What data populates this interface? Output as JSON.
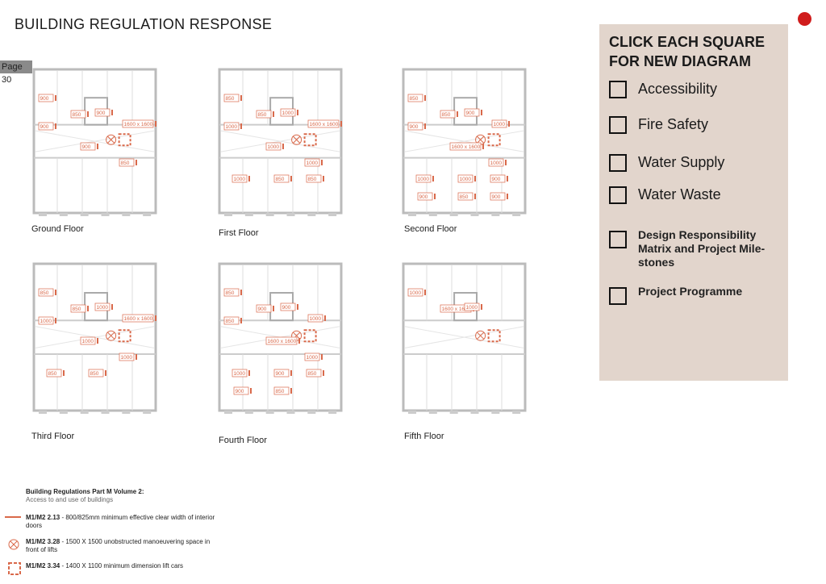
{
  "title": "BUILDING REGULATION RESPONSE",
  "page_tag": "Page 30",
  "colors": {
    "accent": "#d9694a",
    "panel": "#e2d5cc",
    "dot": "#d01c1c"
  },
  "floors": [
    {
      "name": "Ground Floor",
      "labels": [
        "900",
        "850",
        "900",
        "900",
        "1600 x 1600",
        "900",
        "850"
      ]
    },
    {
      "name": "First Floor",
      "labels": [
        "850",
        "850",
        "1000",
        "1000",
        "1600 x 1600",
        "1000",
        "1000",
        "1000",
        "850",
        "850"
      ]
    },
    {
      "name": "Second Floor",
      "labels": [
        "850",
        "850",
        "900",
        "900",
        "1000",
        "1600 x 1600",
        "1000",
        "1000",
        "1000",
        "900",
        "900",
        "850",
        "900"
      ]
    },
    {
      "name": "Third Floor",
      "labels": [
        "850",
        "850",
        "1000",
        "1000",
        "1600 x 1600",
        "1000",
        "1000",
        "850",
        "850"
      ]
    },
    {
      "name": "Fourth Floor",
      "labels": [
        "850",
        "900",
        "900",
        "850",
        "1000",
        "1600 x 1600",
        "1000",
        "1000",
        "900",
        "850",
        "900",
        "850"
      ]
    },
    {
      "name": "Fifth Floor",
      "labels": [
        "1000",
        "1600 x 1600",
        "1000"
      ]
    }
  ],
  "panel": {
    "heading_line1": "CLICK EACH SQUARE",
    "heading_line2": "FOR NEW DIAGRAM",
    "options": [
      "Accessibility",
      "Fire Safety",
      "Water Supply",
      "Water Waste",
      "Design Responsibility Matrix and Project Mile-stones",
      "Project Programme"
    ]
  },
  "legend": {
    "heading": "Building Regulations Part M Volume 2:",
    "subheading": "Access to and use of buildings",
    "items": [
      {
        "code": "M1/M2 2.13",
        "text": " - 800/825mm minimum effective clear width of interior doors",
        "icon": "door-width-line"
      },
      {
        "code": "M1/M2 3.28",
        "text": " - 1500 X 1500 unobstructed manoeuvering space in front of lifts",
        "icon": "circle-cross"
      },
      {
        "code": "M1/M2 3.34",
        "text": " - 1400 X 1100 minimum dimension lift cars",
        "icon": "dashed-square"
      }
    ]
  }
}
